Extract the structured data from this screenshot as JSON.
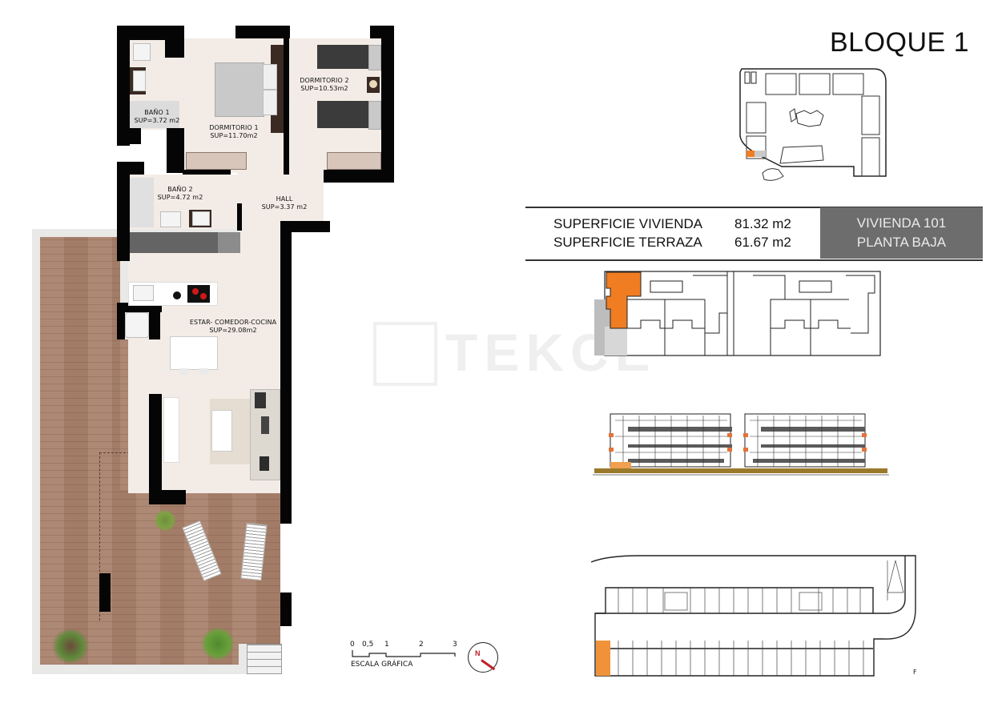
{
  "header": {
    "title": "BLOQUE 1"
  },
  "info_table": {
    "rows": [
      {
        "label": "SUPERFICIE VIVIENDA",
        "value": "81.32 m2"
      },
      {
        "label": "SUPERFICIE TERRAZA",
        "value": "61.67 m2"
      }
    ],
    "unit_name": "VIVIENDA 101",
    "floor": "PLANTA BAJA"
  },
  "rooms": [
    {
      "name": "BAÑO 1",
      "area": "SUP=3.72  m2"
    },
    {
      "name": "DORMITORIO 1",
      "area": "SUP=11.70m2"
    },
    {
      "name": "DORMITORIO 2",
      "area": "SUP=10.53m2"
    },
    {
      "name": "BAÑO 2",
      "area": "SUP=4.72  m2"
    },
    {
      "name": "HALL",
      "area": "SUP=3.37  m2"
    },
    {
      "name": "ESTAR- COMEDOR-COCINA",
      "area": "SUP=29.08m2"
    }
  ],
  "scale": {
    "ticks": [
      "0",
      "0,5",
      "1",
      "2",
      "3"
    ],
    "label": "ESCALA GRÁFICA"
  },
  "compass": {
    "label": "N"
  },
  "watermark": {
    "text": "TEKCE"
  },
  "colors": {
    "highlight": "#f07d22",
    "info_panel": "#6d6d6d",
    "wall": "#050505",
    "terrace_wood": "#a9826d"
  },
  "plans": {
    "site_plan": "site-plan-bloque-1",
    "floor_key": "planta-baja-key-plan",
    "elevation": "building-elevation",
    "garage": "basement-garage-plan",
    "garage_marker": "F"
  }
}
